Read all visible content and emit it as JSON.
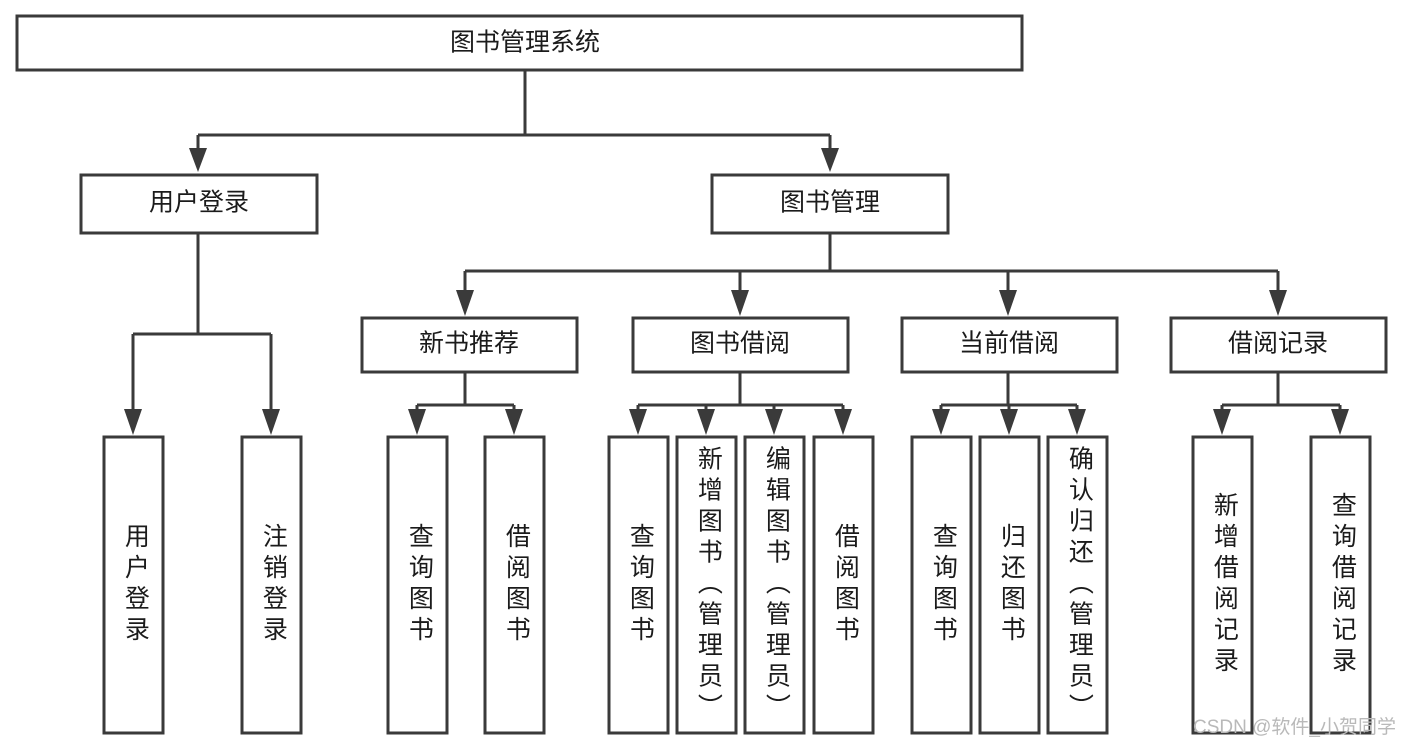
{
  "diagram": {
    "title": "图书管理系统",
    "type": "hierarchy-tree",
    "root": {
      "label": "图书管理系统",
      "level": 1
    },
    "level2": [
      {
        "label": "用户登录"
      },
      {
        "label": "图书管理"
      }
    ],
    "level3": [
      {
        "label": "新书推荐"
      },
      {
        "label": "图书借阅"
      },
      {
        "label": "当前借阅"
      },
      {
        "label": "借阅记录"
      }
    ],
    "leaves": {
      "user_login": [
        {
          "label": "用户登录"
        },
        {
          "label": "注销登录"
        }
      ],
      "new_book_recommend": [
        {
          "label": "查询图书"
        },
        {
          "label": "借阅图书"
        }
      ],
      "book_borrow": [
        {
          "label": "查询图书"
        },
        {
          "label": "新增图书（管理员）"
        },
        {
          "label": "编辑图书（管理员）"
        },
        {
          "label": "借阅图书"
        }
      ],
      "current_borrow": [
        {
          "label": "查询图书"
        },
        {
          "label": "归还图书"
        },
        {
          "label": "确认归还（管理员）"
        }
      ],
      "borrow_record": [
        {
          "label": "新增借阅记录"
        },
        {
          "label": "查询借阅记录"
        }
      ]
    }
  },
  "watermark": {
    "text": "CSDN @软件_小贺同学"
  },
  "colors": {
    "box_stroke": "#3a3a3a",
    "box_fill": "#ffffff",
    "text": "#1b1b1b",
    "watermark": "#b9b9b9",
    "background": "#ffffff"
  }
}
